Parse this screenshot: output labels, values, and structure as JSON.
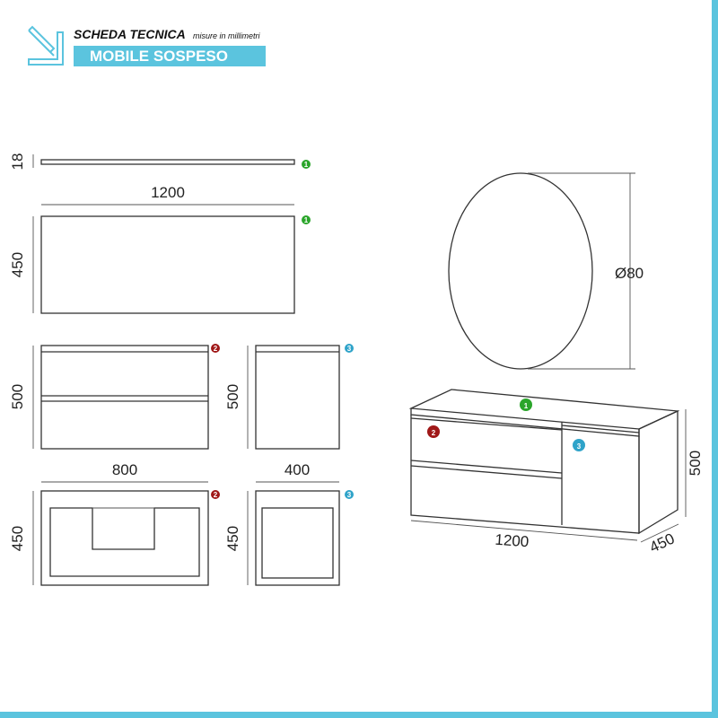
{
  "header": {
    "title": "SCHEDA TECNICA",
    "subtitle": "misure in millimetri",
    "product": "MOBILE SOSPESO",
    "icon": "ruler-pencil-icon"
  },
  "colors": {
    "accent": "#5bc4de",
    "badge1": "#2aa52a",
    "badge2": "#a01818",
    "badge3": "#2fa3c9"
  },
  "parts": {
    "top": {
      "badge": "1",
      "thickness": "18",
      "width": "1200",
      "depth": "450"
    },
    "drawers": {
      "badge": "2",
      "height": "500",
      "width": "800",
      "depth": "450"
    },
    "door": {
      "badge": "3",
      "height": "500",
      "width": "400",
      "depth": "450"
    },
    "mirror": {
      "diameter": "Ø80"
    },
    "assembly": {
      "width": "1200",
      "height": "500",
      "depth": "450",
      "badges": [
        "1",
        "2",
        "3"
      ]
    }
  }
}
